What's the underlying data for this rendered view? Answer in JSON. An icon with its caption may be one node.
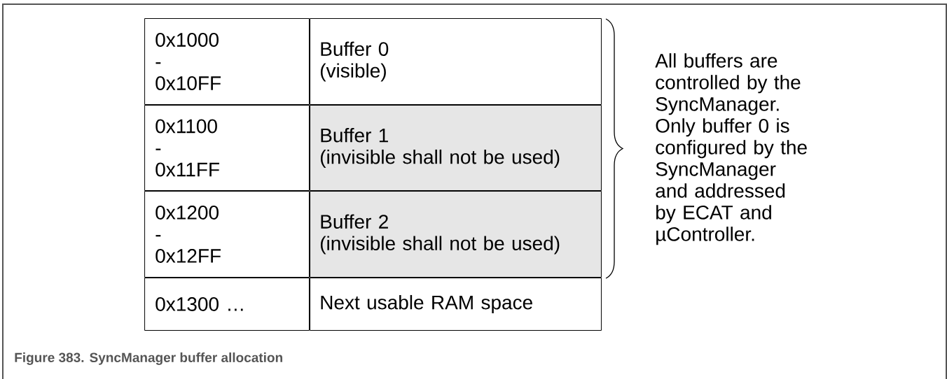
{
  "diagram": {
    "caption": "Figure 383.  SyncManager buffer allocation",
    "nodes": [
      {
        "text": [
          "0x1000 - 0x10FF"
        ]
      },
      {
        "text": [
          "Buffer 0",
          "(visible)"
        ]
      },
      {
        "text": [
          "0x1100 - 0x11FF"
        ]
      },
      {
        "text": [
          "Buffer 1",
          "(invisible shall not be used)"
        ]
      },
      {
        "text": [
          "0x1200 - 0x12FF"
        ]
      },
      {
        "text": [
          "Buffer 2",
          "(invisible shall not be used)"
        ]
      },
      {
        "text": [
          "0x1300 …"
        ]
      },
      {
        "text": [
          "Next usable RAM space"
        ]
      }
    ],
    "labels": [
      "All buffers are controlled by the SyncManager. Only buffer 0 is configured by the SyncManager and addressed by ECAT and µController."
    ]
  }
}
